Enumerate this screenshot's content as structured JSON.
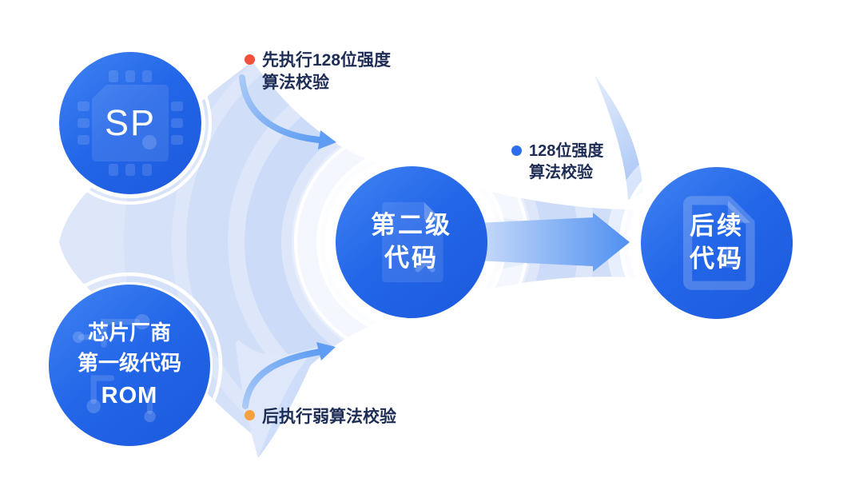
{
  "title": "secure boot verification flow diagram",
  "nodes": [
    {
      "id": "sp",
      "icon": "chip-icon",
      "lines": [
        "SP"
      ]
    },
    {
      "id": "rom",
      "icon": "circuit-board-icon",
      "lines": [
        "芯片厂商",
        "第一级代码",
        "ROM"
      ]
    },
    {
      "id": "second-stage-code",
      "icon": "document-icon",
      "lines": [
        "第二级",
        "代码"
      ]
    },
    {
      "id": "subsequent-code",
      "icon": "document-outline-icon",
      "lines": [
        "后续",
        "代码"
      ]
    }
  ],
  "annotations": [
    {
      "id": "strong-check-first",
      "dot_icon": "red-dot-icon",
      "dot_color": "#F4503C",
      "lines": [
        "先执行128位强度",
        "算法校验"
      ]
    },
    {
      "id": "strong-check",
      "dot_icon": "blue-dot-icon",
      "dot_color": "#2E6FE9",
      "lines": [
        "128位强度",
        "算法校验"
      ]
    },
    {
      "id": "weak-check-after",
      "dot_icon": "orange-dot-icon",
      "dot_color": "#F6A13F",
      "lines": [
        "后执行弱算法校验"
      ]
    }
  ],
  "colors": {
    "background": "#FFFFFF",
    "node_fill_start": "#4183F2",
    "node_fill_mid": "#2366E8",
    "node_fill_end": "#1C59DD",
    "node_text": "#FFFFFF",
    "annotation_text": "#1E2D55",
    "flow_base": "#DEE7FA",
    "flow_band": "#C9D9F7",
    "arrow_gradient_start": "#BCD4F9",
    "arrow_gradient_end": "#5794F2"
  }
}
